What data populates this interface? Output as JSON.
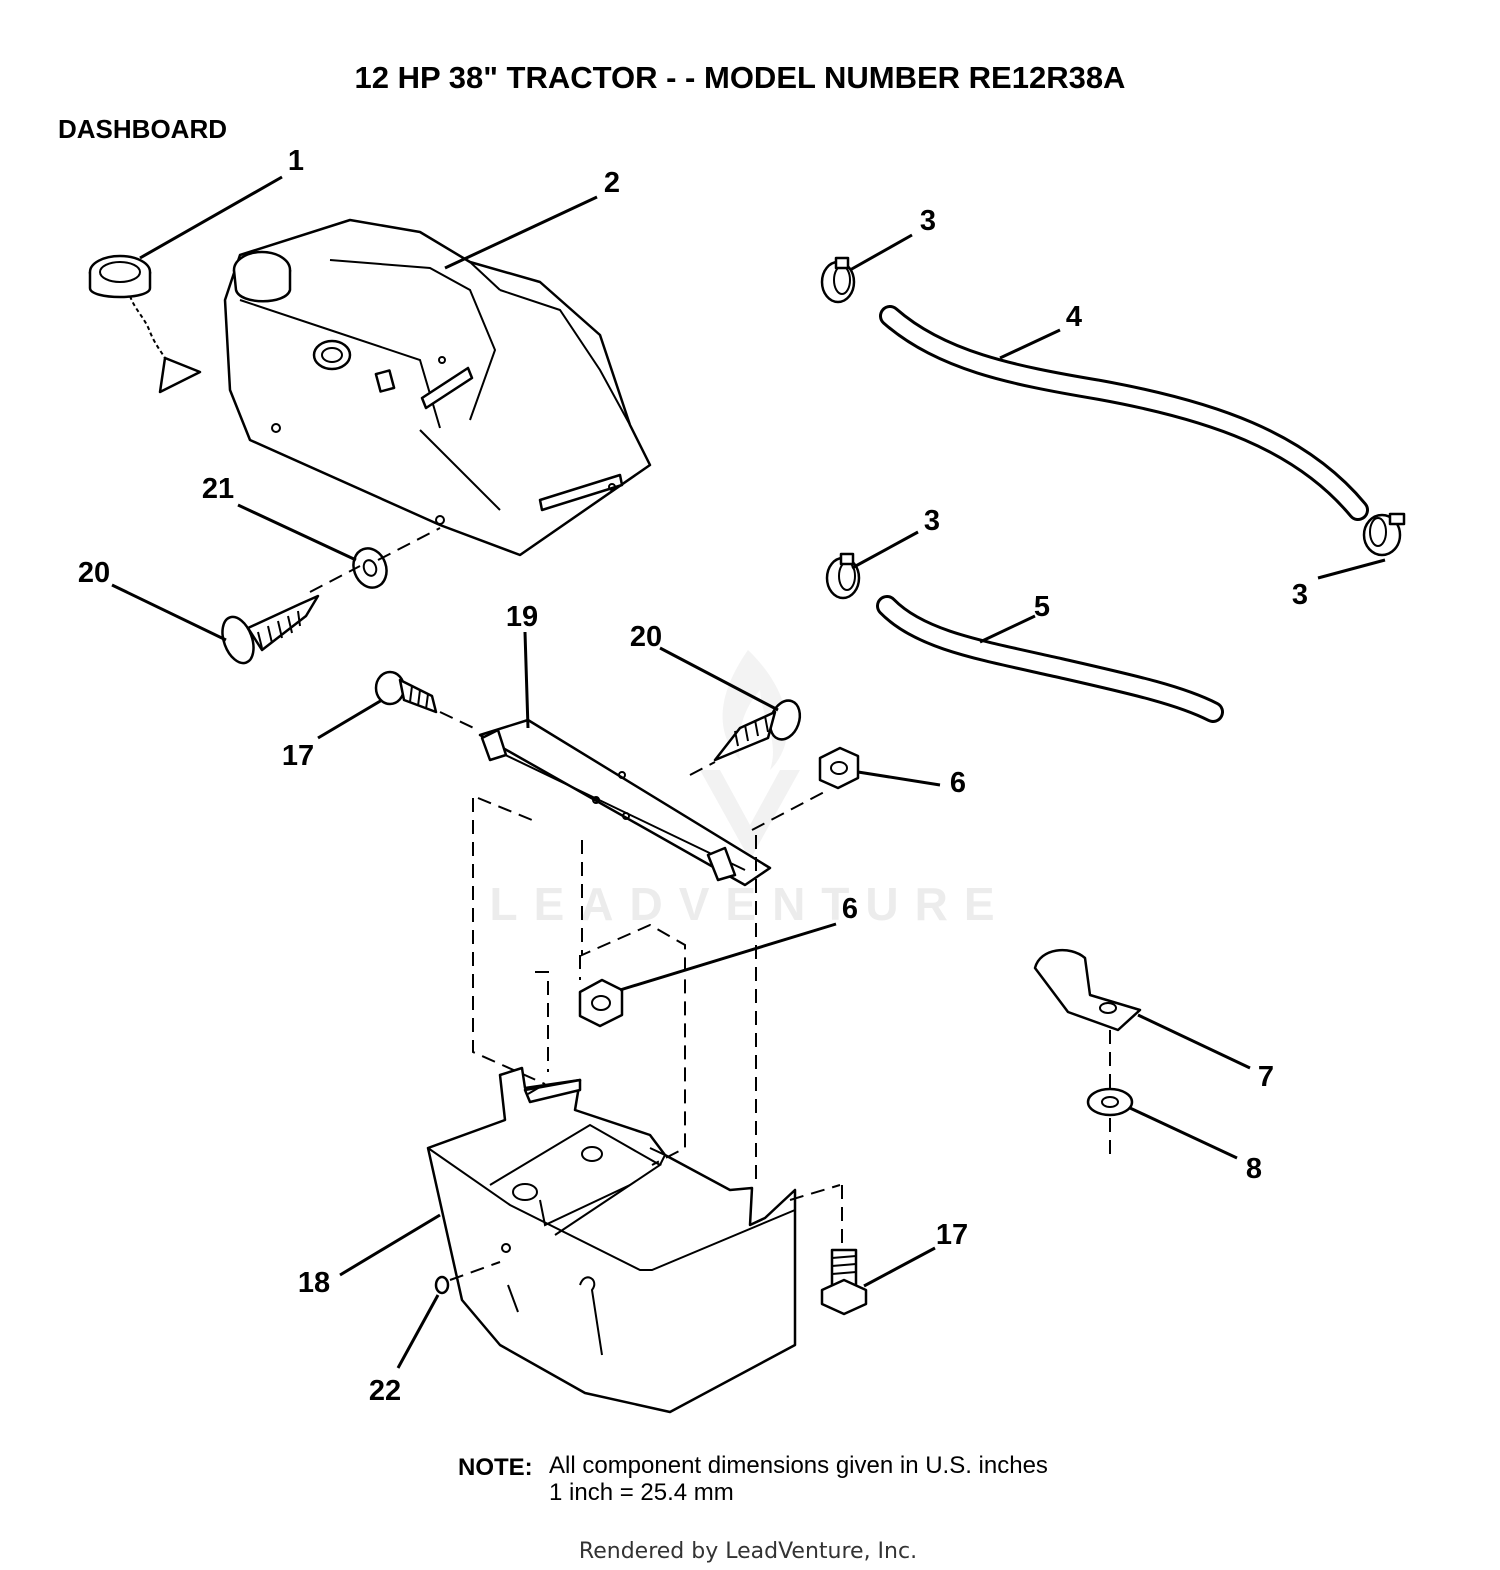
{
  "title": "12 HP 38\" TRACTOR - - MODEL NUMBER RE12R38A",
  "section": "DASHBOARD",
  "callouts": {
    "c1": "1",
    "c2": "2",
    "c3a": "3",
    "c3b": "3",
    "c3c": "3",
    "c4": "4",
    "c5": "5",
    "c6a": "6",
    "c6b": "6",
    "c7": "7",
    "c8": "8",
    "c17a": "17",
    "c17b": "17",
    "c18": "18",
    "c19": "19",
    "c20a": "20",
    "c20b": "20",
    "c21": "21",
    "c22": "22"
  },
  "note": {
    "label": "NOTE:",
    "line1": "All component dimensions given in U.S. inches",
    "line2": "1 inch = 25.4 mm"
  },
  "watermark": "LEADVENTURE",
  "footer": "Rendered by LeadVenture, Inc."
}
